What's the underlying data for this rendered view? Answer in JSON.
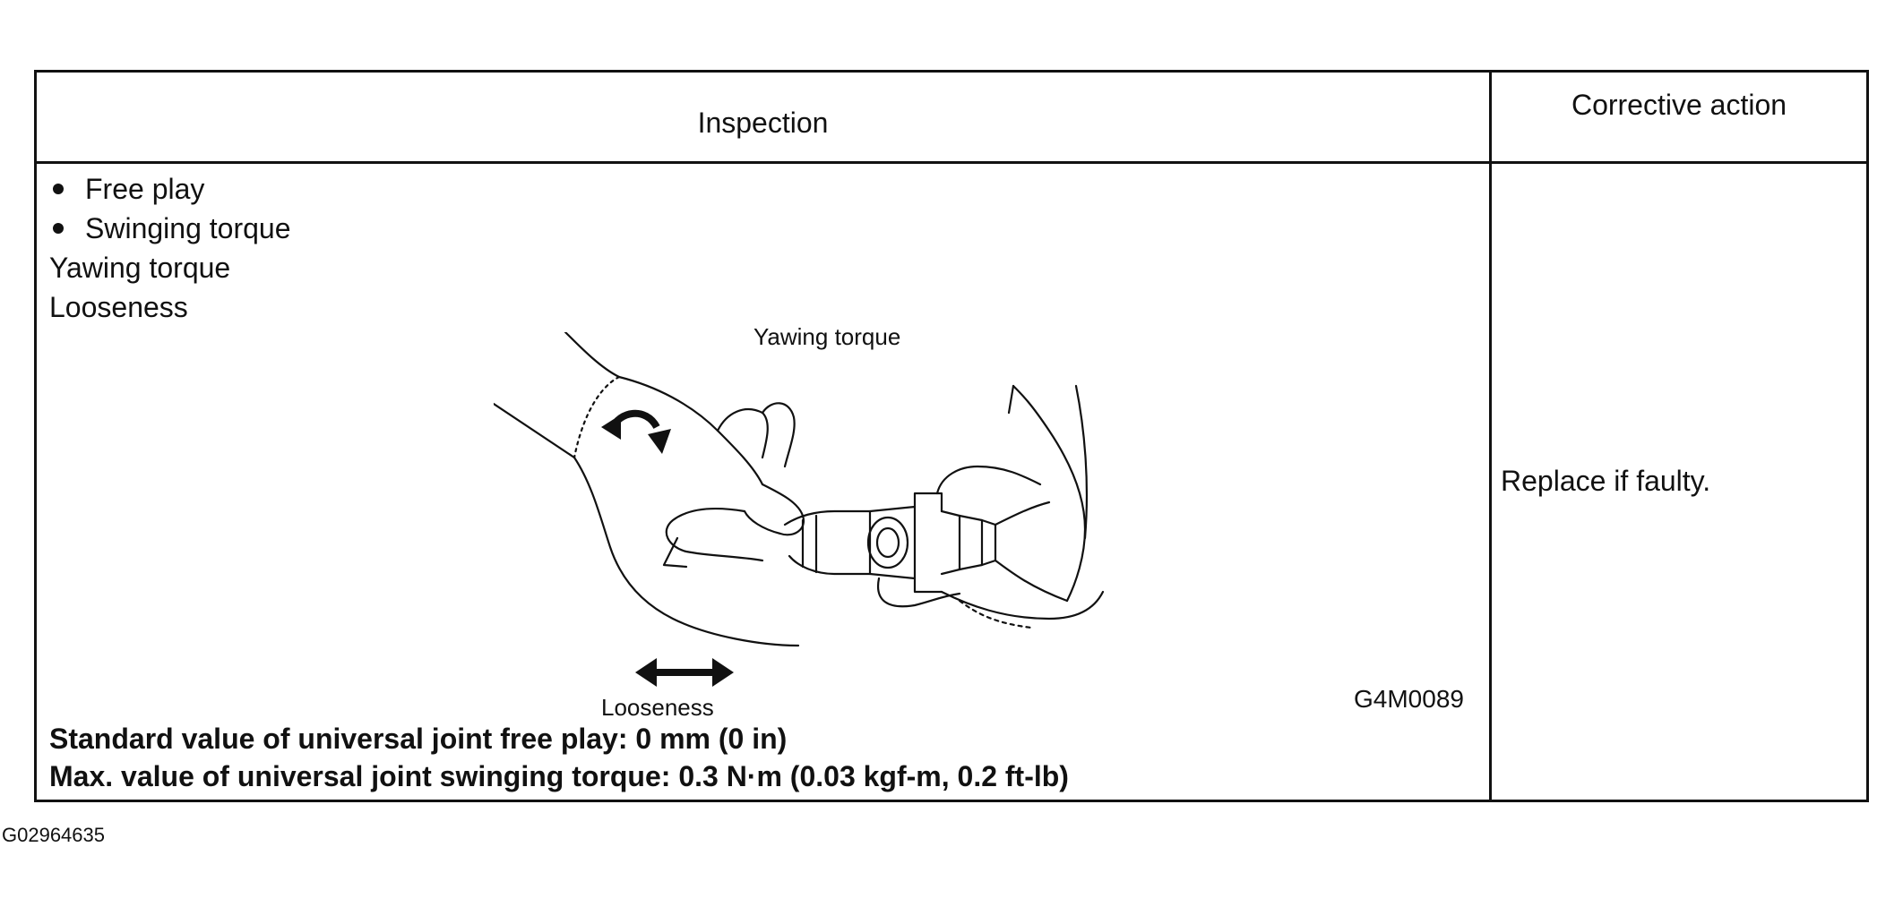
{
  "table": {
    "header_inspection": "Inspection",
    "header_corrective": "Corrective action",
    "items": [
      "Free play",
      "Swinging torque"
    ],
    "subitems": [
      "Yawing torque",
      "Looseness"
    ],
    "figure": {
      "label_yawing": "Yawing torque",
      "label_looseness": "Looseness",
      "code": "G4M0089"
    },
    "spec_line_1": "Standard value of universal joint free play: 0 mm (0 in)",
    "spec_line_2": "Max. value of universal joint swinging torque: 0.3 N·m (0.03 kgf-m, 0.2 ft-lb)",
    "corrective_text": "Replace if faulty."
  },
  "footer_code": "G02964635"
}
